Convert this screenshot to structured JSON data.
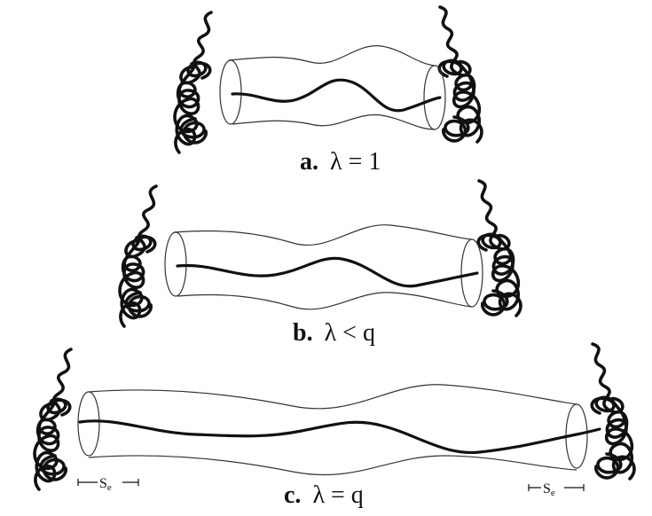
{
  "panels": [
    {
      "id": "a",
      "letter": "a.",
      "relation": "λ = 1"
    },
    {
      "id": "b",
      "letter": "b.",
      "relation": "λ < q"
    },
    {
      "id": "c",
      "letter": "c.",
      "relation": "λ = q"
    }
  ],
  "annotations": {
    "left_segment": "S",
    "left_segment_sub": "e",
    "right_segment": "S",
    "right_segment_sub": "e"
  }
}
